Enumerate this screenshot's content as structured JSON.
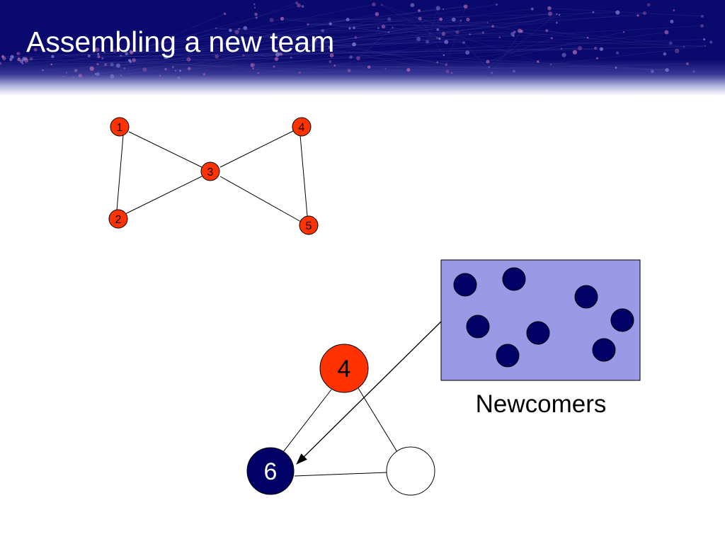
{
  "title": "Assembling a new team",
  "colors": {
    "banner_dark": "#0a0a6e",
    "banner_light": "#ffffff",
    "node_red": "#ff3300",
    "node_navy": "#000066",
    "node_white": "#ffffff",
    "edge": "#000000",
    "newcomers_box": "#9999e6"
  },
  "network": {
    "nodes": [
      {
        "id": "1",
        "label": "1"
      },
      {
        "id": "2",
        "label": "2"
      },
      {
        "id": "3",
        "label": "3"
      },
      {
        "id": "4",
        "label": "4"
      },
      {
        "id": "5",
        "label": "5"
      }
    ],
    "edges": [
      [
        "1",
        "2"
      ],
      [
        "1",
        "3"
      ],
      [
        "2",
        "3"
      ],
      [
        "3",
        "4"
      ],
      [
        "3",
        "5"
      ],
      [
        "4",
        "5"
      ]
    ]
  },
  "new_team": {
    "nodes": [
      {
        "id": "4",
        "label": "4",
        "kind": "existing"
      },
      {
        "id": "6",
        "label": "6",
        "kind": "newcomer"
      },
      {
        "id": "empty",
        "label": "",
        "kind": "empty"
      }
    ],
    "edges": [
      [
        "4",
        "6"
      ],
      [
        "4",
        "empty"
      ],
      [
        "6",
        "empty"
      ]
    ]
  },
  "newcomers": {
    "label": "Newcomers",
    "count": 8
  }
}
